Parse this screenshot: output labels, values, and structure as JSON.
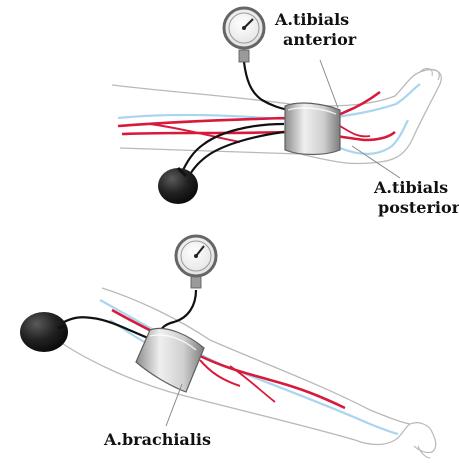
{
  "labels": {
    "tibialis_anterior": [
      "A.tibials",
      "anterior"
    ],
    "tibialis_posterior": [
      "A.tibials",
      "posterior"
    ],
    "brachialis": "A.brachialis"
  },
  "colors": {
    "artery": "#d8193c",
    "vein": "#9fd0ea",
    "outline": "#b9b9b9",
    "cuff_light": "#e9e9e9",
    "cuff_dark": "#8f8f8f",
    "bulb": "#1c1c1c",
    "tube": "#111111"
  },
  "icons": [
    "pressure-gauge-icon",
    "inflation-bulb-icon",
    "pressure-cuff-icon"
  ]
}
